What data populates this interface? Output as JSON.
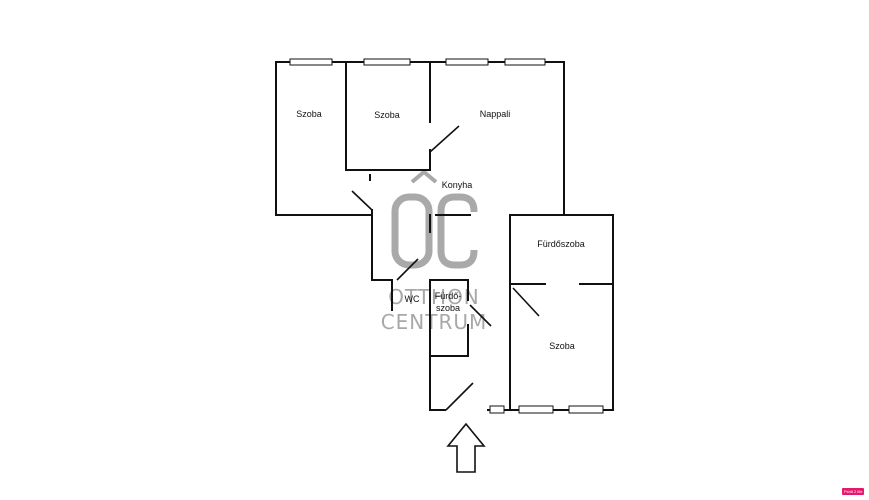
{
  "rooms": {
    "szoba_1": "Szoba",
    "szoba_2": "Szoba",
    "nappali": "Nappali",
    "konyha": "Konyha",
    "furdoszoba_large": "Fürdőszoba",
    "wc": "WC",
    "furdoszoba_small_line1": "Fürdő-",
    "furdoszoba_small_line2": "szoba",
    "szoba_3": "Szoba"
  },
  "watermark": {
    "monogram": "ÓC",
    "line1": "OTTHON",
    "line2": "CENTRUM"
  },
  "badge": {
    "text": "Pshtl 2 life"
  },
  "colors": {
    "wall": "#111111",
    "watermark": "#8c8c8c",
    "badge": "#e6186d"
  }
}
